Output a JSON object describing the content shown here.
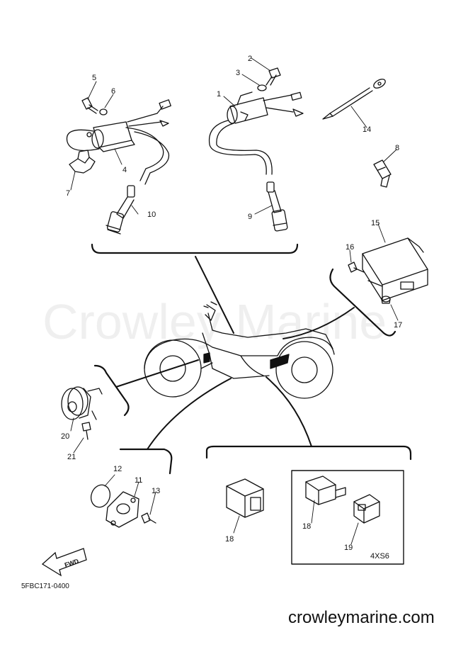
{
  "watermark": "Crowley Marine",
  "diagram_code": "5FBC171-0400",
  "website": "crowleymarine.com",
  "variant_label": "4XS6",
  "fwd_label": "FWD",
  "callouts": {
    "c1": "1",
    "c2": "2",
    "c3": "3",
    "c4": "4",
    "c5": "5",
    "c6": "6",
    "c7": "7",
    "c8": "8",
    "c9": "9",
    "c10": "10",
    "c11": "11",
    "c12": "12",
    "c13": "13",
    "c14": "14",
    "c15": "15",
    "c16": "16",
    "c17": "17",
    "c18a": "18",
    "c18b": "18",
    "c19": "19",
    "c20": "20",
    "c21": "21"
  }
}
